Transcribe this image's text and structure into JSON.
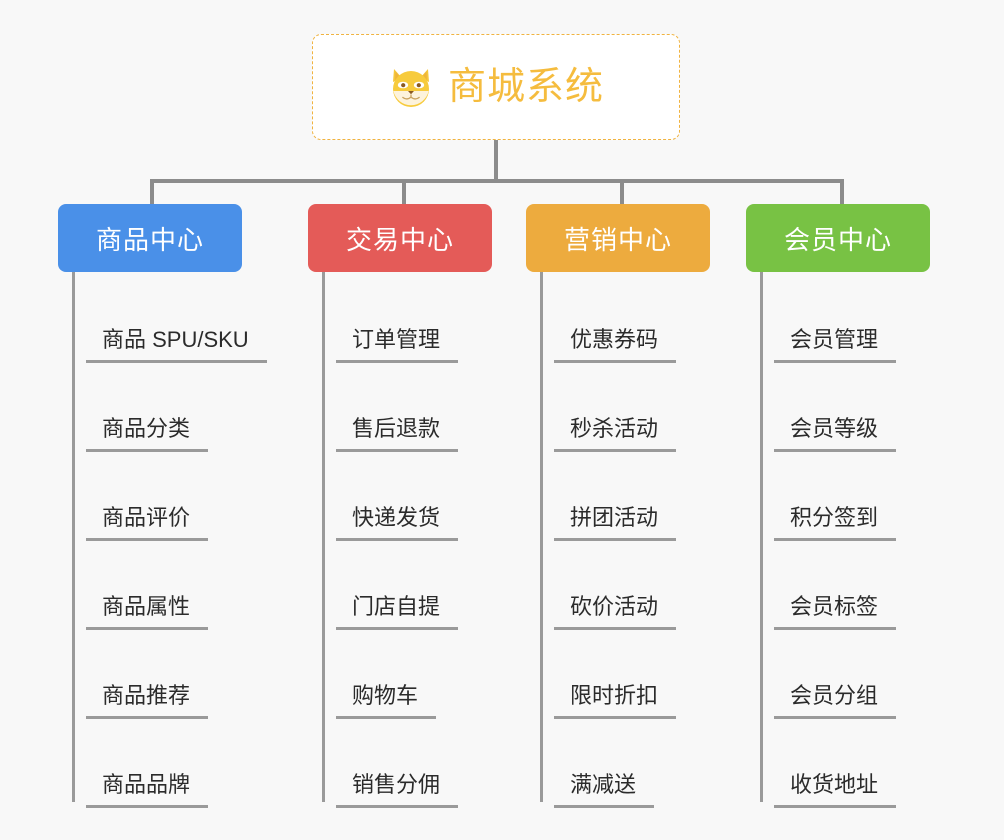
{
  "diagram": {
    "type": "org-chart",
    "background_color": "#f8f8f8",
    "connector_color": "#8c8c8c",
    "root": {
      "title": "商城系统",
      "icon": "shiba-dog-face-icon",
      "text_color": "#f5bc3e",
      "border_color": "#f0b340",
      "background_color": "#ffffff",
      "border_style": "dashed"
    },
    "categories": [
      {
        "label": "商品中心",
        "color": "#4a90e8",
        "items": [
          "商品 SPU/SKU",
          "商品分类",
          "商品评价",
          "商品属性",
          "商品推荐",
          "商品品牌"
        ]
      },
      {
        "label": "交易中心",
        "color": "#e45b58",
        "items": [
          "订单管理",
          "售后退款",
          "快递发货",
          "门店自提",
          "购物车",
          "销售分佣"
        ]
      },
      {
        "label": "营销中心",
        "color": "#edab3e",
        "items": [
          "优惠券码",
          "秒杀活动",
          "拼团活动",
          "砍价活动",
          "限时折扣",
          "满减送"
        ]
      },
      {
        "label": "会员中心",
        "color": "#78c244",
        "items": [
          "会员管理",
          "会员等级",
          "积分签到",
          "会员标签",
          "会员分组",
          "收货地址"
        ]
      }
    ]
  }
}
